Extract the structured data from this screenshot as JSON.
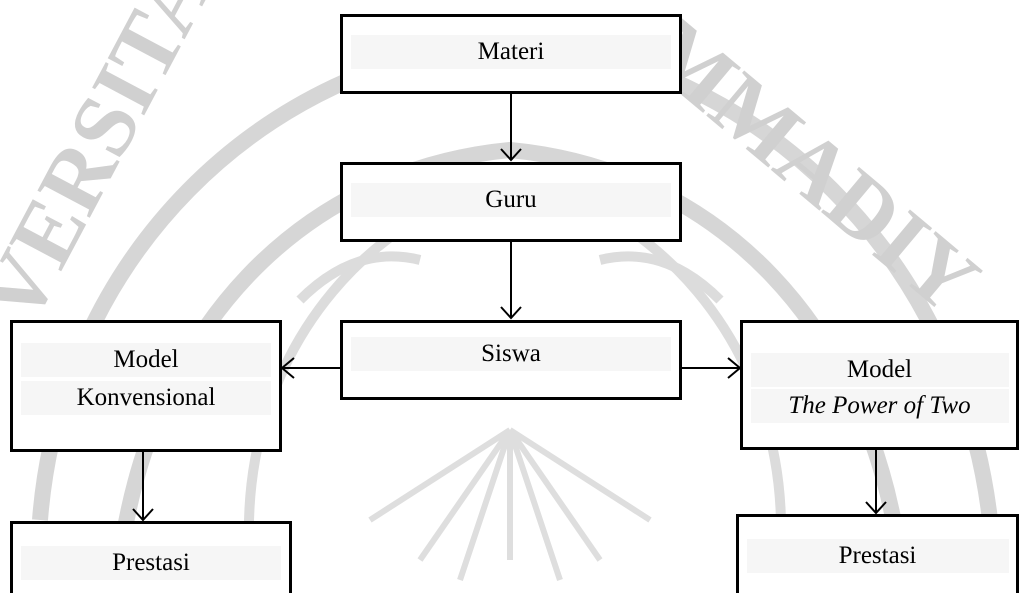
{
  "nodes": {
    "materi": {
      "label": "Materi"
    },
    "guru": {
      "label": "Guru"
    },
    "siswa": {
      "label": "Siswa"
    },
    "model_konvensional": {
      "line1": "Model",
      "line2": "Konvensional"
    },
    "model_power_of_two": {
      "line1": "Model",
      "line2": "The Power of Two"
    },
    "prestasi_left": {
      "label": "Prestasi"
    },
    "prestasi_right": {
      "label": "Prestasi"
    }
  },
  "edges": [
    {
      "from": "materi",
      "to": "guru"
    },
    {
      "from": "guru",
      "to": "siswa"
    },
    {
      "from": "siswa",
      "to": "model_konvensional"
    },
    {
      "from": "siswa",
      "to": "model_power_of_two"
    },
    {
      "from": "model_konvensional",
      "to": "prestasi_left"
    },
    {
      "from": "model_power_of_two",
      "to": "prestasi_right"
    }
  ],
  "watermark": {
    "type": "university-seal",
    "lettering": "UNIVERSITAS MUHAMMADIYAH",
    "color": "#d4d4d4"
  }
}
